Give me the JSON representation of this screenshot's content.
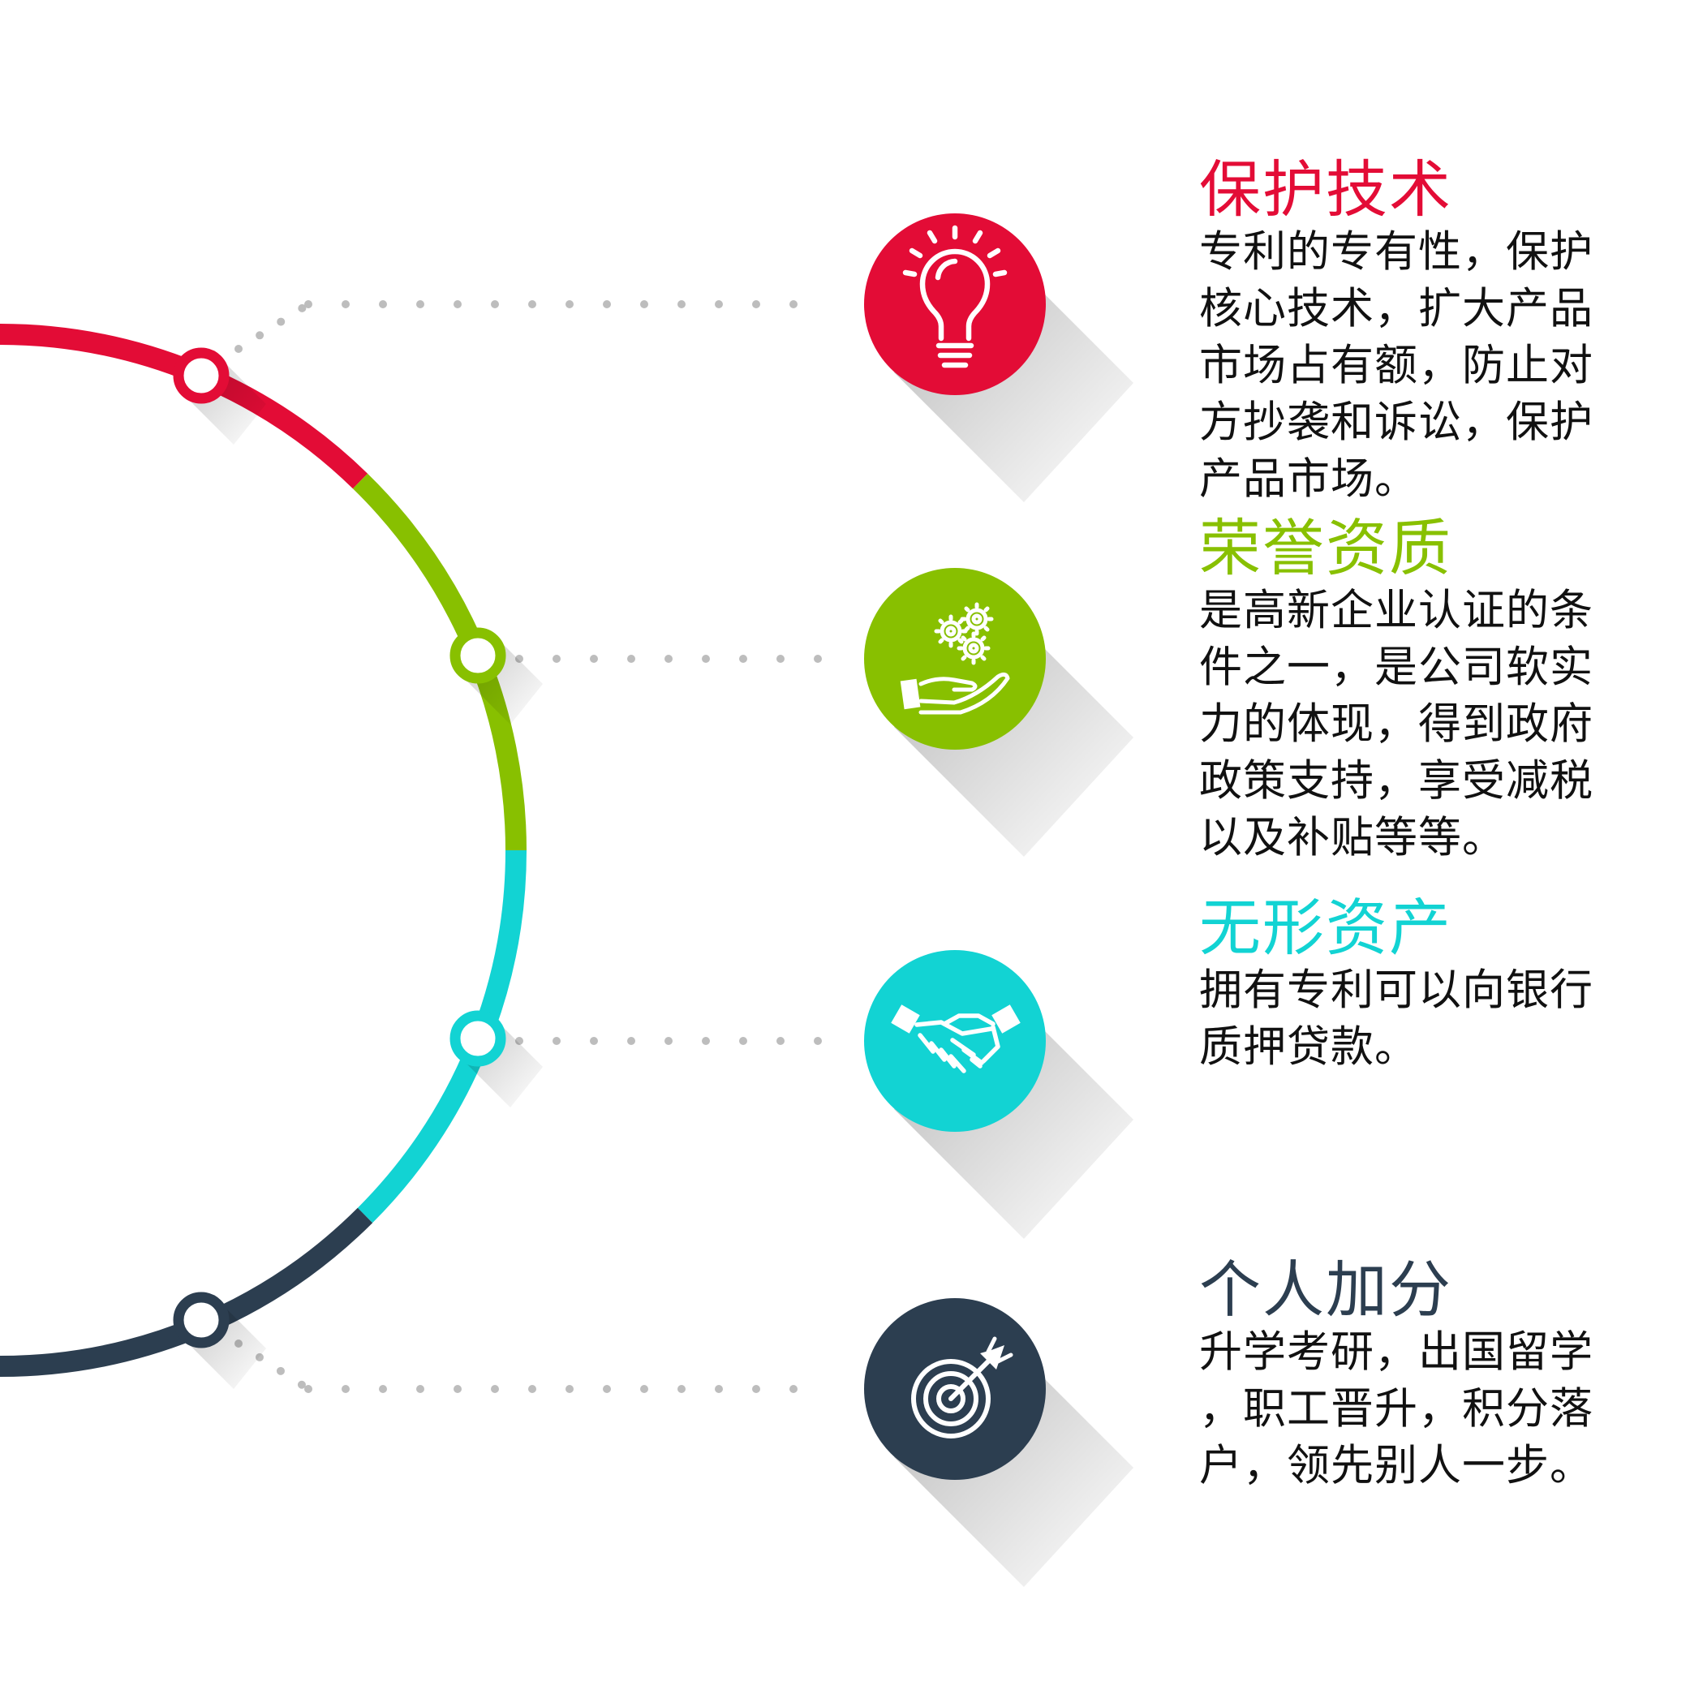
{
  "items": [
    {
      "title": "保护技术",
      "color": "#e30c36",
      "icon": "lightbulb-icon",
      "body_lines": [
        "专利的专有性，保护",
        "核心技术，扩大产品",
        "市场占有额，防止对",
        "方抄袭和诉讼，保护",
        "产品市场。"
      ]
    },
    {
      "title": "荣誉资质",
      "color": "#88c000",
      "icon": "gears-in-hand-icon",
      "body_lines": [
        "是高新企业认证的条",
        "件之一，是公司软实",
        "力的体现，得到政府",
        "政策支持，享受减税",
        "以及补贴等等。"
      ]
    },
    {
      "title": "无形资产",
      "color": "#12d3d3",
      "icon": "handshake-icon",
      "body_lines": [
        "拥有专利可以向银行",
        "质押贷款。"
      ]
    },
    {
      "title": "个人加分",
      "color": "#2c3e50",
      "icon": "target-arrow-icon",
      "body_lines": [
        "升学考研，出国留学",
        "，职工晋升，积分落",
        "户，领先别人一步。"
      ]
    }
  ],
  "styles": {
    "dot_color": "#bdbdbd",
    "background": "#ffffff"
  }
}
